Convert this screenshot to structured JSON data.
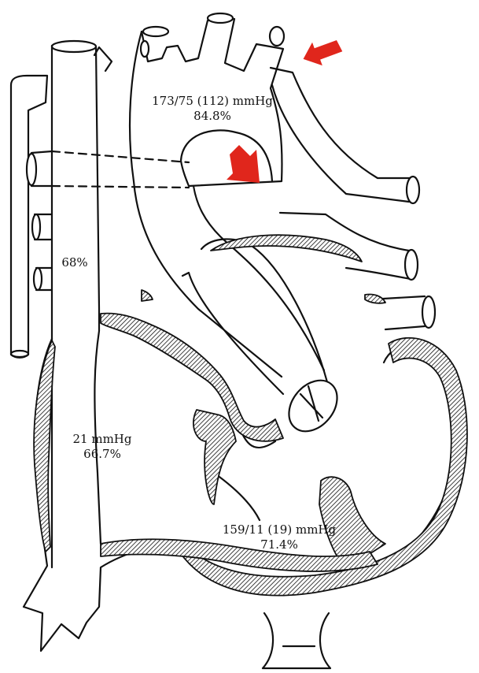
{
  "diagram": {
    "labels": {
      "aorta": {
        "pressure": "173/75 (112) mmHg",
        "saturation": "84.8%"
      },
      "svc": {
        "saturation": "68%"
      },
      "right_atrium": {
        "pressure": "21 mmHg",
        "saturation": "66.7%"
      },
      "right_ventricle": {
        "pressure": "159/11 (19) mmHg",
        "saturation": "71.4%"
      }
    },
    "colors": {
      "outline": "#111111",
      "hatch": "#111111",
      "arrow": "#e0261c",
      "background": "#ffffff"
    }
  }
}
